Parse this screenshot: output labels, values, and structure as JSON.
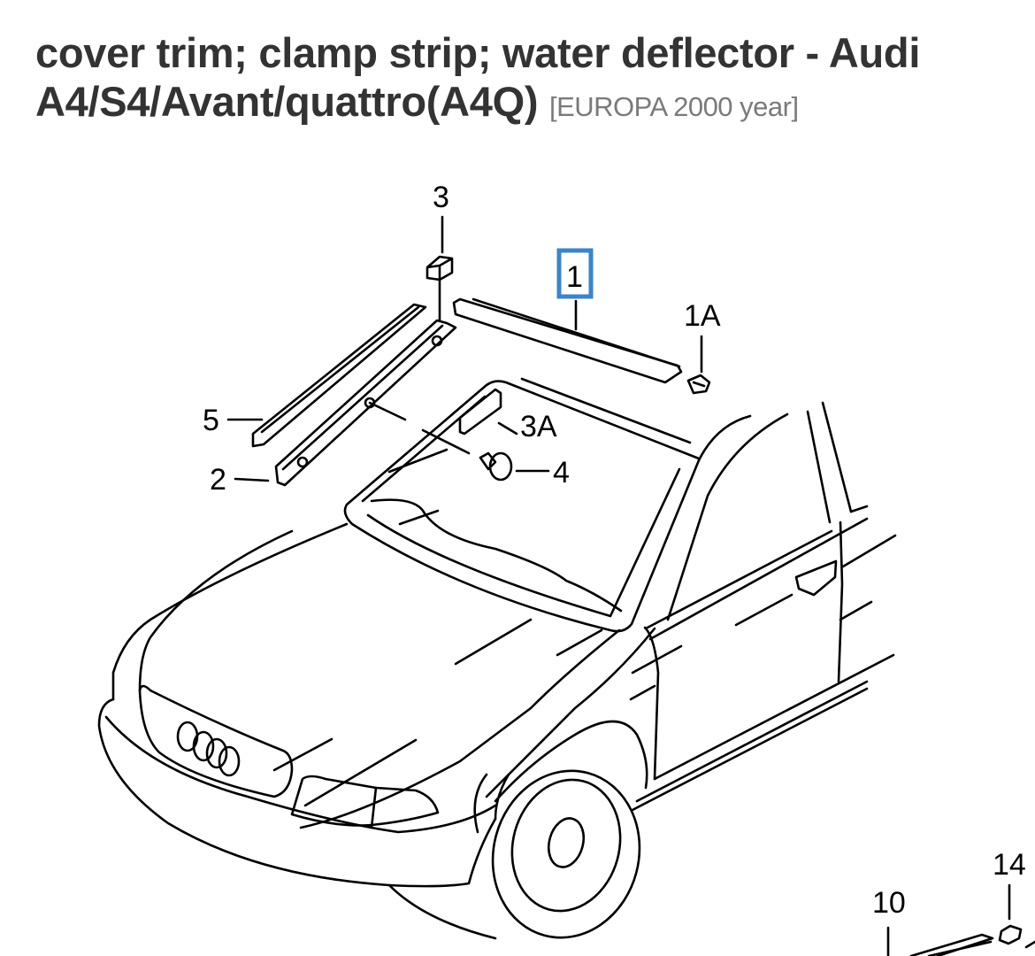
{
  "page": {
    "title": "cover trim; clamp strip; water deflector - Audi A4/S4/Avant/quattro(A4Q)",
    "subtitle": "[EUROPA 2000 year]"
  },
  "diagram": {
    "subject": "Audi A4 front body - windscreen trims",
    "highlight_color": "#3c84c6",
    "selected_part": "1",
    "callouts": [
      {
        "id": "1",
        "label": "1",
        "highlighted": true
      },
      {
        "id": "1A",
        "label": "1A",
        "highlighted": false
      },
      {
        "id": "2",
        "label": "2",
        "highlighted": false
      },
      {
        "id": "3",
        "label": "3",
        "highlighted": false
      },
      {
        "id": "3A",
        "label": "3A",
        "highlighted": false
      },
      {
        "id": "4",
        "label": "4",
        "highlighted": false
      },
      {
        "id": "5",
        "label": "5",
        "highlighted": false
      },
      {
        "id": "10",
        "label": "10",
        "highlighted": false
      },
      {
        "id": "14",
        "label": "14",
        "highlighted": false
      }
    ]
  }
}
